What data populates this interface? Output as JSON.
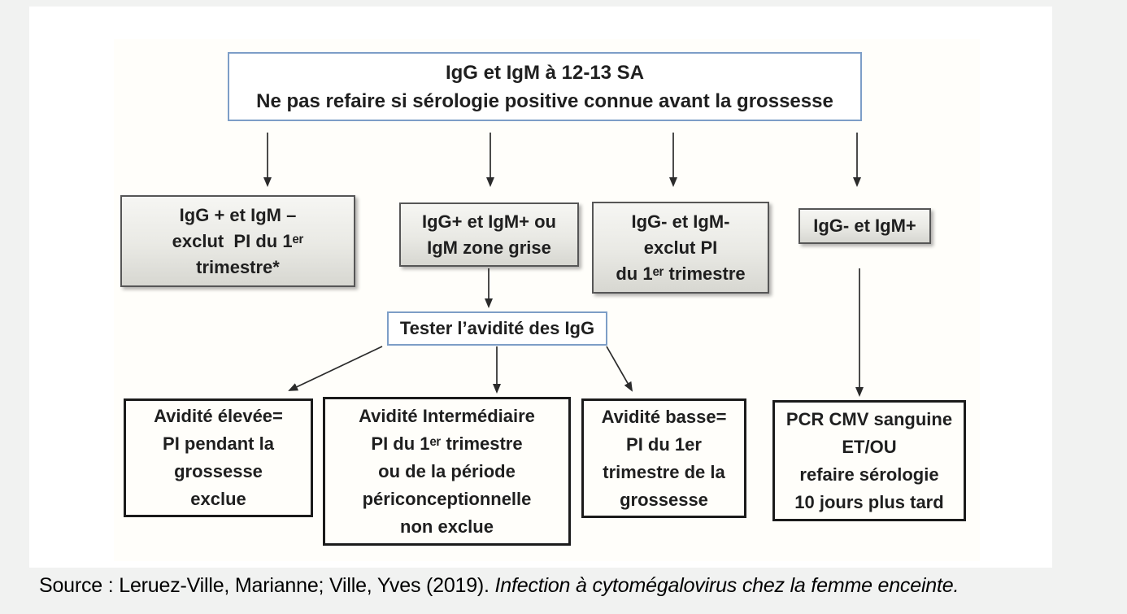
{
  "flowchart": {
    "top": {
      "lines": [
        "IgG et IgM à 12-13 SA",
        "Ne pas refaire si sérologie positive connue avant la grossesse"
      ]
    },
    "row2": [
      {
        "lines": [
          "IgG + et IgM –",
          "exclut  PI du 1ᵉʳ",
          "trimestre*"
        ]
      },
      {
        "lines": [
          "IgG+ et IgM+ ou",
          "IgM zone grise"
        ]
      },
      {
        "lines": [
          "IgG- et IgM-",
          "exclut PI",
          "du 1ᵉʳ trimestre"
        ]
      },
      {
        "lines": [
          "IgG- et IgM+"
        ]
      }
    ],
    "tester": {
      "label": "Tester l’avidité des IgG"
    },
    "row3": [
      {
        "lines": [
          "Avidité élevée=",
          "PI pendant la",
          "grossesse",
          "exclue"
        ]
      },
      {
        "lines": [
          "Avidité Intermédiaire",
          "PI du 1ᵉʳ trimestre",
          "ou de la période",
          "périconceptionnelle",
          "non exclue"
        ]
      },
      {
        "lines": [
          "Avidité basse=",
          "PI du 1er",
          "trimestre de la",
          "grossesse"
        ]
      },
      {
        "lines": [
          "PCR CMV sanguine",
          "ET/OU",
          "refaire sérologie",
          "10 jours plus tard"
        ]
      }
    ]
  },
  "source": {
    "prefix": "Source : Leruez-Ville, Marianne; Ville, Yves (2019). ",
    "title": "Infection à cytomégalovirus chez la femme enceinte."
  },
  "colors": {
    "page_bg": "#f1f2f1",
    "panel_bg": "#ffffff",
    "canvas_bg": "#fffefa",
    "blue_border": "#7d9ec7",
    "gray_border": "#565656",
    "gray_top": "#f6f6f3",
    "gray_bottom": "#d7d7d1",
    "black_border": "#1b1b1b",
    "text_color": "#1f1f1f",
    "arrow_color": "#2b2b2b"
  }
}
